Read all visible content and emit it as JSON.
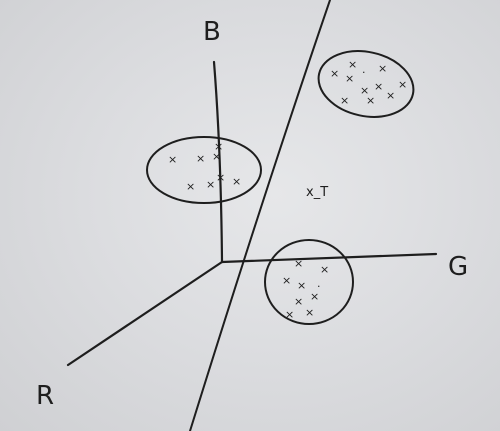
{
  "axes": {
    "b_label": "B",
    "g_label": "G",
    "r_label": "R"
  },
  "test_point_label": "x_T",
  "clusters": [
    {
      "name": "upper-right",
      "point_count": 11
    },
    {
      "name": "left",
      "point_count": 8
    },
    {
      "name": "lower-center",
      "point_count": 9
    }
  ],
  "ink_color": "#1e1e1e",
  "background_color": "#dcdde0"
}
